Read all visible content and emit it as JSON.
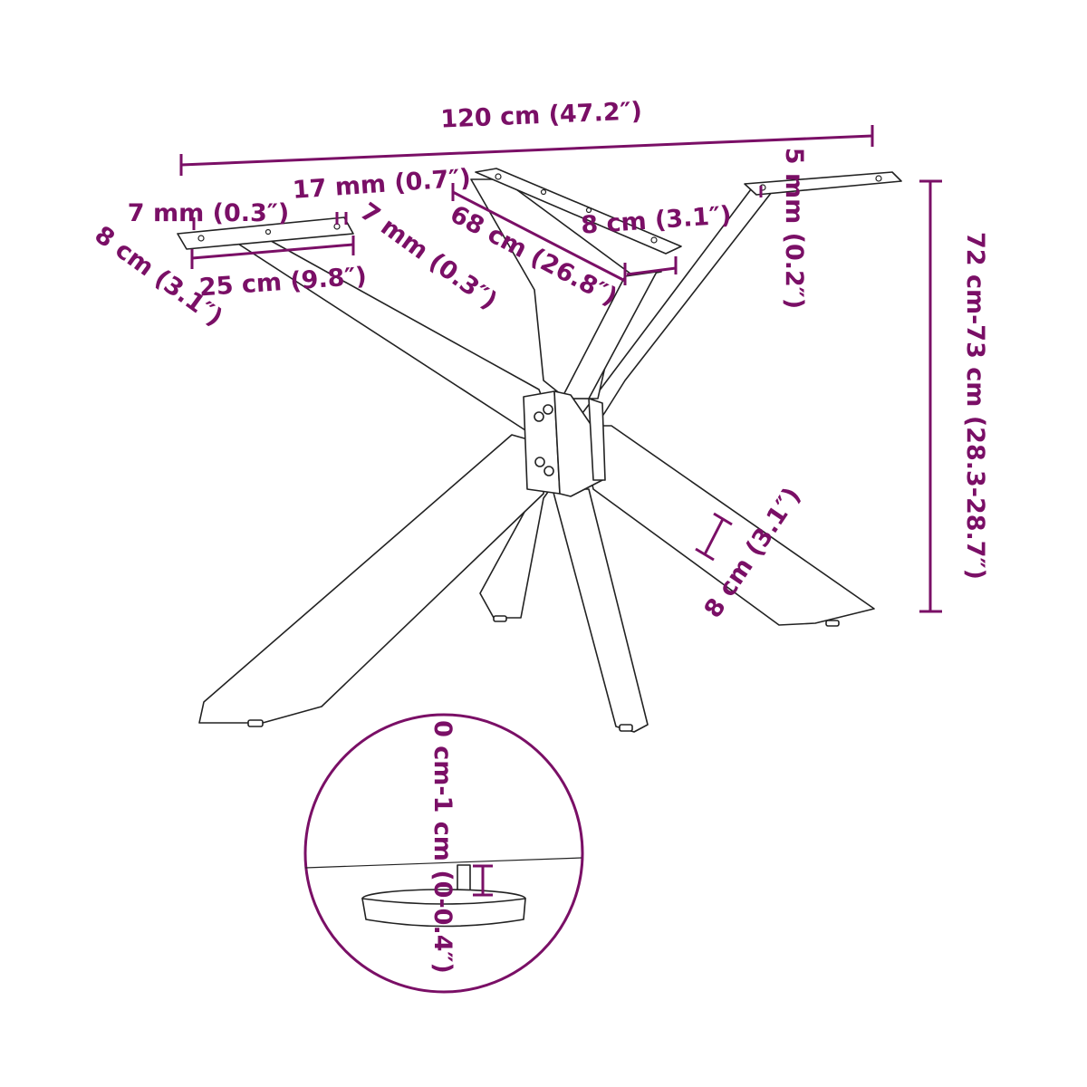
{
  "colors": {
    "dimension": "#7a0f66",
    "line_art": "#222222",
    "background": "#ffffff"
  },
  "dimensions": {
    "overall_width": "120 cm (47.2″)",
    "bracket_offset_left": "7 mm (0.3″)",
    "bracket_hole_spacing": "17 mm (0.7″)",
    "bracket_offset_right": "7 mm (0.3″)",
    "bracket_width_left": "8 cm (3.1″)",
    "bracket_length": "25 cm (9.8″)",
    "top_arm_length": "68 cm (26.8″)",
    "top_arm_width": "8 cm (3.1″)",
    "plate_thickness": "5 mm (0.2″)",
    "height": "72 cm-73 cm (28.3-28.7″)",
    "leg_width": "8 cm (3.1″)",
    "foot_adjustment": "0 cm-1 cm (0-0.4″)"
  }
}
